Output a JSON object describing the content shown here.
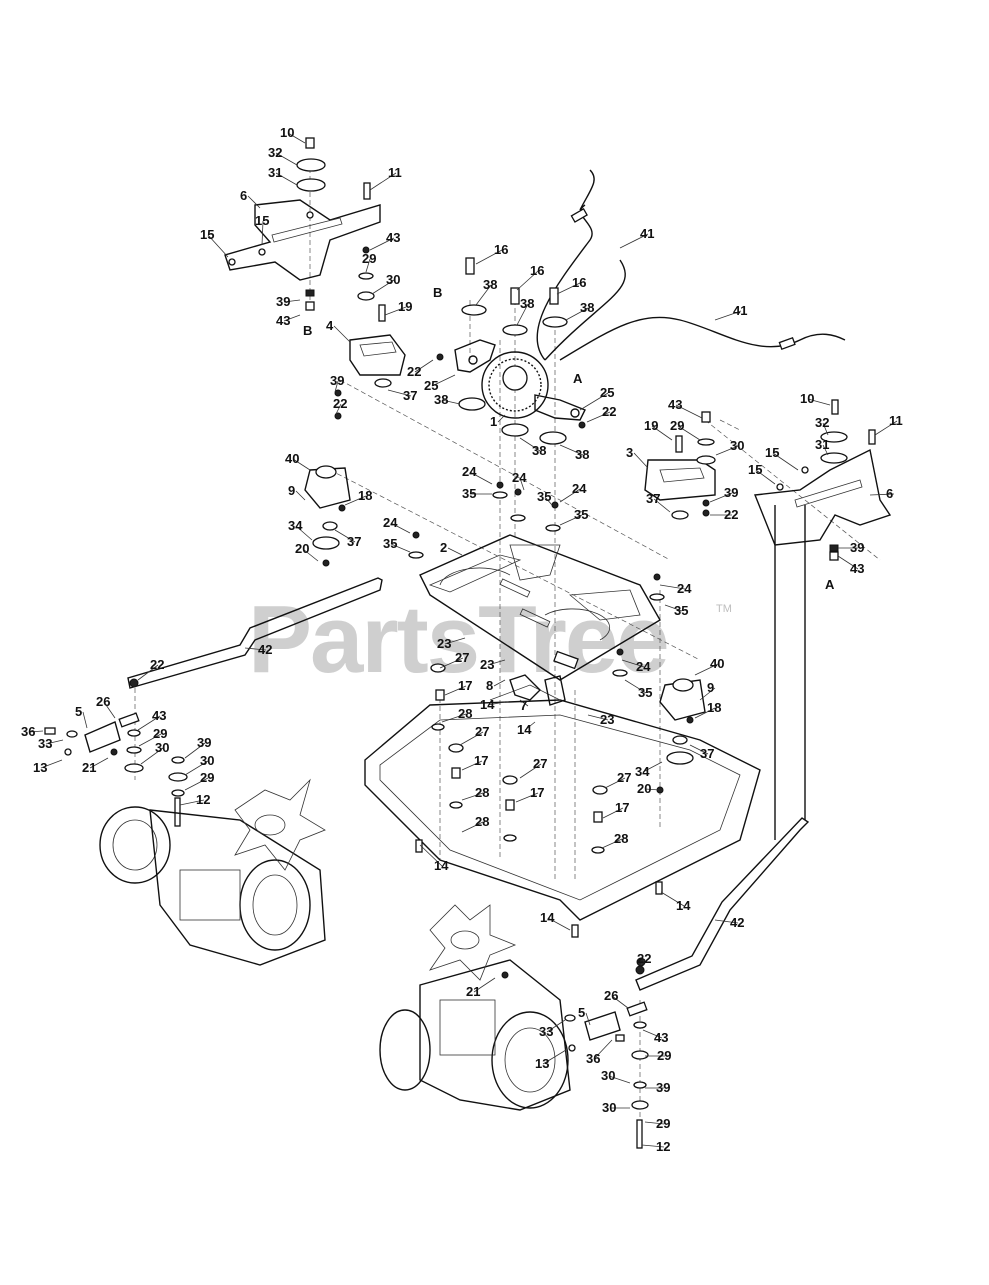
{
  "watermark": {
    "text": "PartsTree",
    "tm": "TM"
  },
  "callouts": [
    {
      "text": "10"
    },
    {
      "text": "32"
    },
    {
      "text": "31"
    },
    {
      "text": "11"
    },
    {
      "text": "6"
    },
    {
      "text": "15"
    },
    {
      "text": "15"
    },
    {
      "text": "43"
    },
    {
      "text": "29"
    },
    {
      "text": "30"
    },
    {
      "text": "19"
    },
    {
      "text": "39"
    },
    {
      "text": "43"
    },
    {
      "text": "B"
    },
    {
      "text": "16"
    },
    {
      "text": "16"
    },
    {
      "text": "16"
    },
    {
      "text": "41"
    },
    {
      "text": "41"
    },
    {
      "text": "38"
    },
    {
      "text": "38"
    },
    {
      "text": "38"
    },
    {
      "text": "B"
    },
    {
      "text": "4"
    },
    {
      "text": "22"
    },
    {
      "text": "25"
    },
    {
      "text": "A"
    },
    {
      "text": "25"
    },
    {
      "text": "22"
    },
    {
      "text": "39"
    },
    {
      "text": "37"
    },
    {
      "text": "22"
    },
    {
      "text": "38"
    },
    {
      "text": "1"
    },
    {
      "text": "38"
    },
    {
      "text": "38"
    },
    {
      "text": "43"
    },
    {
      "text": "10"
    },
    {
      "text": "11"
    },
    {
      "text": "32"
    },
    {
      "text": "31"
    },
    {
      "text": "19"
    },
    {
      "text": "29"
    },
    {
      "text": "30"
    },
    {
      "text": "3"
    },
    {
      "text": "15"
    },
    {
      "text": "15"
    },
    {
      "text": "6"
    },
    {
      "text": "37"
    },
    {
      "text": "39"
    },
    {
      "text": "22"
    },
    {
      "text": "39"
    },
    {
      "text": "43"
    },
    {
      "text": "A"
    },
    {
      "text": "40"
    },
    {
      "text": "9"
    },
    {
      "text": "18"
    },
    {
      "text": "34"
    },
    {
      "text": "37"
    },
    {
      "text": "20"
    },
    {
      "text": "24"
    },
    {
      "text": "35"
    },
    {
      "text": "24"
    },
    {
      "text": "35"
    },
    {
      "text": "24"
    },
    {
      "text": "35"
    },
    {
      "text": "24"
    },
    {
      "text": "35"
    },
    {
      "text": "2"
    },
    {
      "text": "24"
    },
    {
      "text": "35"
    },
    {
      "text": "42"
    },
    {
      "text": "22"
    },
    {
      "text": "26"
    },
    {
      "text": "5"
    },
    {
      "text": "36"
    },
    {
      "text": "33"
    },
    {
      "text": "43"
    },
    {
      "text": "29"
    },
    {
      "text": "30"
    },
    {
      "text": "13"
    },
    {
      "text": "21"
    },
    {
      "text": "39"
    },
    {
      "text": "30"
    },
    {
      "text": "29"
    },
    {
      "text": "12"
    },
    {
      "text": "23"
    },
    {
      "text": "27"
    },
    {
      "text": "23"
    },
    {
      "text": "8"
    },
    {
      "text": "17"
    },
    {
      "text": "14"
    },
    {
      "text": "7"
    },
    {
      "text": "14"
    },
    {
      "text": "28"
    },
    {
      "text": "27"
    },
    {
      "text": "23"
    },
    {
      "text": "24"
    },
    {
      "text": "35"
    },
    {
      "text": "40"
    },
    {
      "text": "9"
    },
    {
      "text": "18"
    },
    {
      "text": "37"
    },
    {
      "text": "34"
    },
    {
      "text": "20"
    },
    {
      "text": "17"
    },
    {
      "text": "27"
    },
    {
      "text": "28"
    },
    {
      "text": "17"
    },
    {
      "text": "28"
    },
    {
      "text": "27"
    },
    {
      "text": "17"
    },
    {
      "text": "28"
    },
    {
      "text": "14"
    },
    {
      "text": "14"
    },
    {
      "text": "14"
    },
    {
      "text": "42"
    },
    {
      "text": "22"
    },
    {
      "text": "21"
    },
    {
      "text": "26"
    },
    {
      "text": "5"
    },
    {
      "text": "33"
    },
    {
      "text": "43"
    },
    {
      "text": "13"
    },
    {
      "text": "36"
    },
    {
      "text": "29"
    },
    {
      "text": "30"
    },
    {
      "text": "39"
    },
    {
      "text": "30"
    },
    {
      "text": "29"
    },
    {
      "text": "12"
    }
  ]
}
